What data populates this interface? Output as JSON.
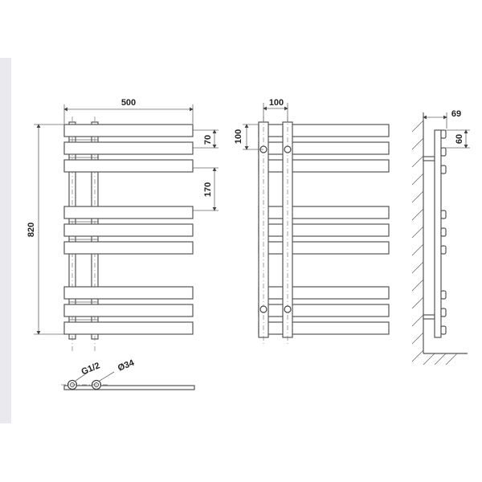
{
  "front_view": {
    "width_label": "500",
    "height_label": "820",
    "bar_height_label": "70",
    "gap_label": "170"
  },
  "side_view": {
    "pipe_spacing_label": "100",
    "pipe_height_label": "100"
  },
  "profile_view": {
    "depth_label": "69",
    "bracket_label": "60"
  },
  "bottom_view": {
    "connection_label": "G1/2",
    "diameter_label": "Ø34"
  }
}
